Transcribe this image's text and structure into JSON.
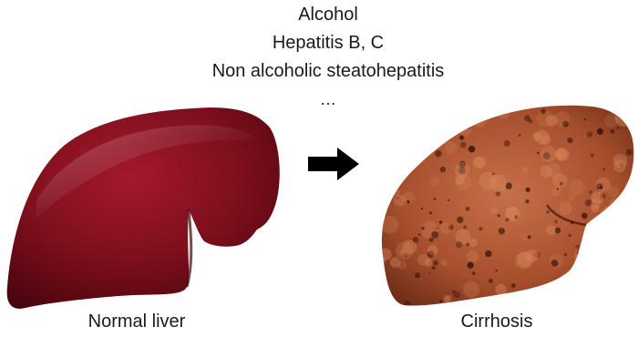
{
  "causes": {
    "line1": "Alcohol",
    "line2": "Hepatitis B, C",
    "line3": "Non alcoholic steatohepatitis",
    "line4": "…"
  },
  "captions": {
    "left": "Normal liver",
    "right": "Cirrhosis"
  },
  "colors": {
    "normal_liver": "#7d0f1c",
    "cirrhosis": "#a8502e",
    "arrow": "#000000"
  }
}
